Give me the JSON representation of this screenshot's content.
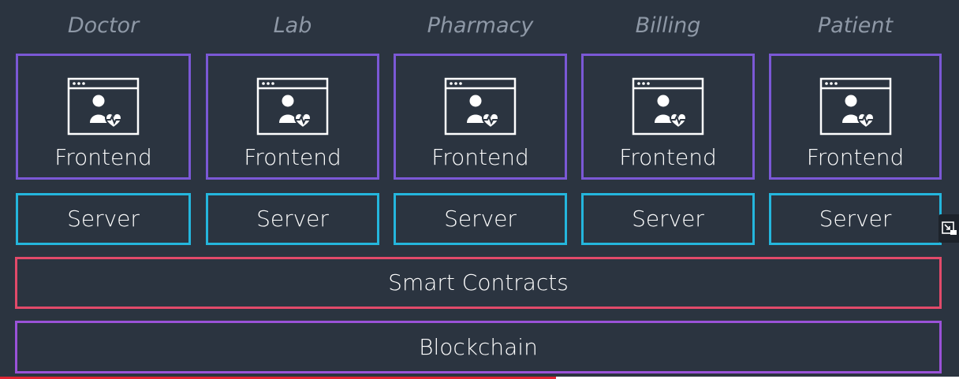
{
  "columns": [
    {
      "label": "Doctor",
      "frontend": "Frontend",
      "server": "Server"
    },
    {
      "label": "Lab",
      "frontend": "Frontend",
      "server": "Server"
    },
    {
      "label": "Pharmacy",
      "frontend": "Frontend",
      "server": "Server"
    },
    {
      "label": "Billing",
      "frontend": "Frontend",
      "server": "Server"
    },
    {
      "label": "Patient",
      "frontend": "Frontend",
      "server": "Server"
    }
  ],
  "contracts_label": "Smart Contracts",
  "blockchain_label": "Blockchain",
  "icons": {
    "frontend": "browser-user-heart-icon",
    "player": "fullscreen-icon"
  },
  "colors": {
    "background": "#2b3440",
    "frontend_border": "#7b58d6",
    "server_border": "#24b6dd",
    "contracts_border": "#e24a6a",
    "blockchain_border": "#9a52d8",
    "column_label": "#8e98a6",
    "progress": "#e02533"
  },
  "video_progress": 0.58
}
